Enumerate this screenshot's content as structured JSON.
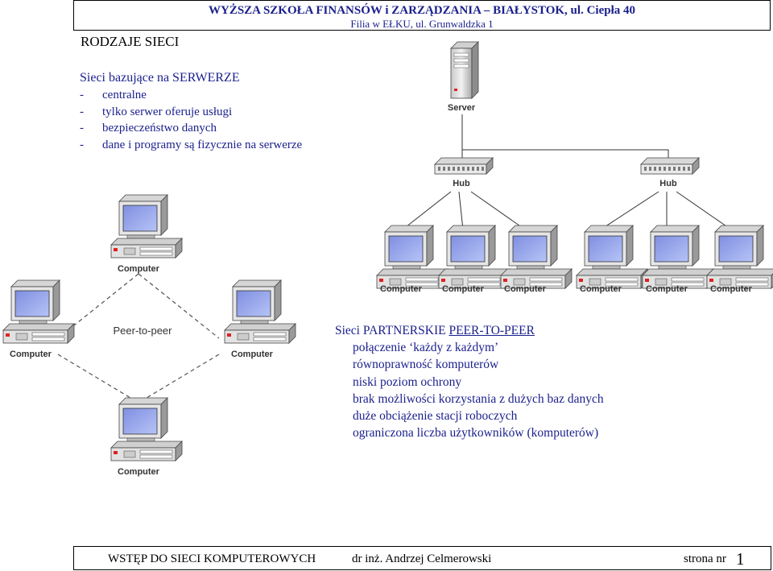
{
  "header": {
    "title": "WYŻSZA SZKOŁA FINANSÓW i ZARZĄDZANIA – BIAŁYSTOK, ul. Ciepła 40",
    "subtitle": "Filia w EŁKU, ul. Grunwaldzka 1"
  },
  "section_title": "RODZAJE SIECI",
  "server_networks": {
    "title": "Sieci bazujące na SERWERZE",
    "items": [
      "centralne",
      "tylko serwer oferuje usługi",
      "bezpieczeństwo danych",
      "dane i programy są fizycznie na serwerze"
    ]
  },
  "p2p_networks": {
    "title_prefix": "Sieci PARTNERSKIE",
    "title_underlined": "PEER-TO-PEER",
    "items": [
      "połączenie ‘każdy z każdym’",
      "równoprawność komputerów",
      "niski poziom ochrony",
      "brak możliwości korzystania z dużych baz danych",
      "duże obciążenie stacji roboczych",
      "ograniczona liczba użytkowników (komputerów)"
    ]
  },
  "diagram": {
    "server_label": "Server",
    "hub_label": "Hub",
    "computer_label": "Computer",
    "p2p_label": "Peer-to-peer"
  },
  "footer": {
    "course": "WSTĘP DO SIECI KOMPUTEROWYCH",
    "author": "dr inż. Andrzej Celmerowski",
    "page_label": "strona nr",
    "page_number": "1"
  }
}
